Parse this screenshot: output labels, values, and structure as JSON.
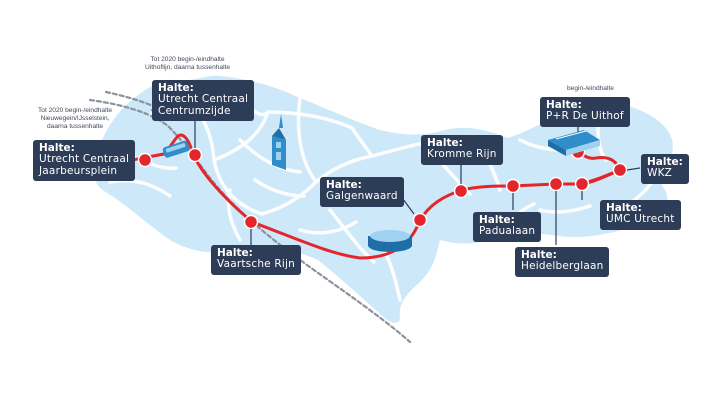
{
  "stop_prefix": "Halte:",
  "stops": [
    {
      "id": "jaarbeursplein",
      "lines": [
        "Utrecht Centraal",
        "Jaarbeursplein"
      ]
    },
    {
      "id": "centrumzijde",
      "lines": [
        "Utrecht Centraal",
        "Centrumzijde"
      ]
    },
    {
      "id": "vaartsche-rijn",
      "lines": [
        "Vaartsche Rijn"
      ]
    },
    {
      "id": "galgenwaard",
      "lines": [
        "Galgenwaard"
      ]
    },
    {
      "id": "kromme-rijn",
      "lines": [
        "Kromme Rijn"
      ]
    },
    {
      "id": "padualaan",
      "lines": [
        "Padualaan"
      ]
    },
    {
      "id": "heidelberglaan",
      "lines": [
        "Heidelberglaan"
      ]
    },
    {
      "id": "umc-utrecht",
      "lines": [
        "UMC Utrecht"
      ]
    },
    {
      "id": "wkz",
      "lines": [
        "WKZ"
      ]
    },
    {
      "id": "uithof",
      "lines": [
        "P+R De Uithof"
      ]
    }
  ],
  "notes": {
    "centrumzijde": [
      "Tot 2020 begin-/eindhalte",
      "Uithoflijn, daarna tussenhalte"
    ],
    "jaarbeursplein": [
      "Tot 2020 begin-/eindhalte",
      "Nieuwegein/IJsselstein,",
      "daarna tussenhalte"
    ],
    "uithof": [
      "begin-/eindhalte"
    ]
  },
  "colors": {
    "line": "#e2262b",
    "label_bg": "#2d3c57",
    "city_area": "#cde8f8",
    "streets": "#ffffff",
    "rail": "#8d939c"
  },
  "icons": [
    "tram-icon",
    "dom-tower-icon",
    "stadium-icon",
    "university-building-icon"
  ]
}
